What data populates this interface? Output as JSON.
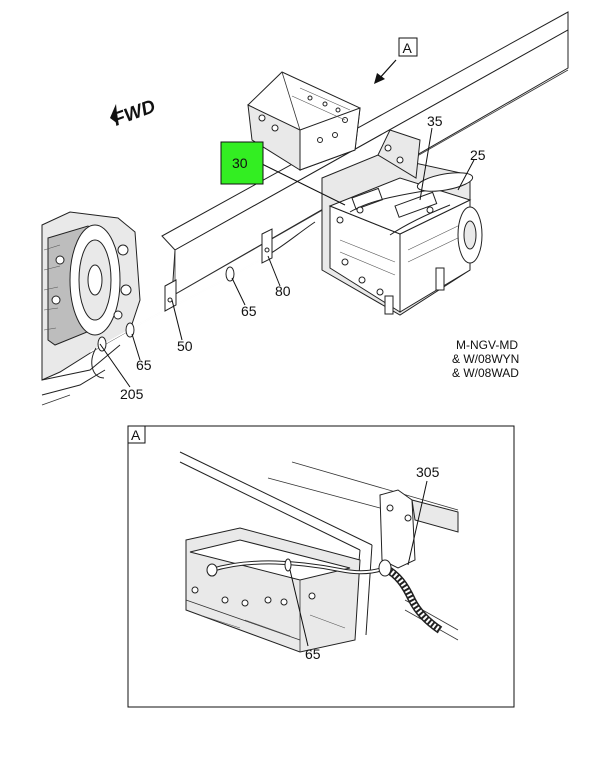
{
  "diagram": {
    "direction_label": "FWD",
    "view_label_top": "A",
    "view_label_inset": "A",
    "highlight_color": "#33ee22",
    "callouts": {
      "c30": "30",
      "c35": "35",
      "c25": "25",
      "c80": "80",
      "c65a": "65",
      "c50": "50",
      "c65b": "65",
      "c205": "205",
      "c305": "305",
      "c65c": "65"
    },
    "model_note": [
      "M-NGV-MD",
      "& W/08WYN",
      "& W/08WAD"
    ]
  }
}
